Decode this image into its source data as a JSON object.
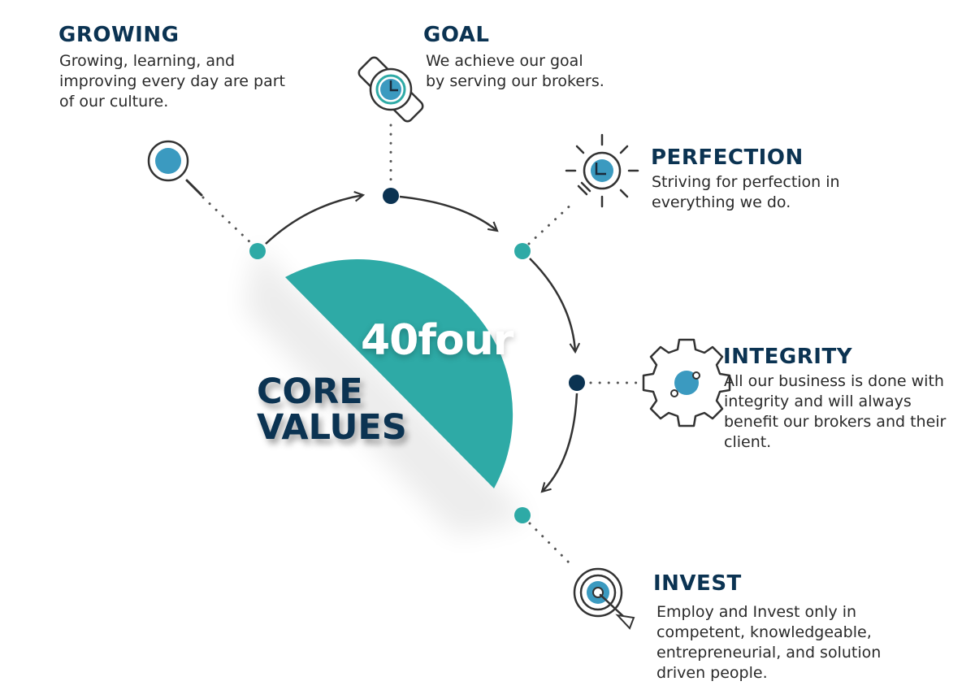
{
  "brand": "40four",
  "core_values": {
    "line1": "CORE",
    "line2": "VALUES"
  },
  "values": [
    {
      "title": "GROWING",
      "lines": [
        "Growing, learning, and",
        "improving every day are part",
        "of our culture."
      ]
    },
    {
      "title": "GOAL",
      "lines": [
        "We achieve our goal",
        "by serving our brokers."
      ]
    },
    {
      "title": "PERFECTION",
      "lines": [
        "Striving for perfection in",
        "everything we do."
      ]
    },
    {
      "title": "INTEGRITY",
      "lines": [
        "All our business is done with",
        "integrity and will always",
        "benefit our brokers and their",
        "client."
      ]
    },
    {
      "title": "INVEST",
      "lines": [
        "Employ and Invest only in",
        "competent, knowledgeable,",
        "entrepreneurial, and solution",
        "driven people."
      ]
    }
  ],
  "icons": [
    "magnifier-icon",
    "watch-icon",
    "lightbulb-icon",
    "gear-icon",
    "target-icon"
  ],
  "colors": {
    "teal": "#2eaaa6",
    "navy": "#0b3352",
    "icon_blue": "#3b9ac0",
    "outline": "#333333"
  }
}
